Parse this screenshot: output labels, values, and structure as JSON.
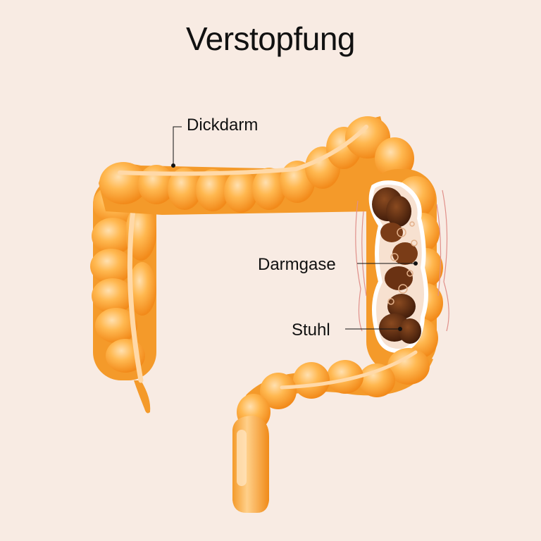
{
  "title": "Verstopfung",
  "labels": {
    "colon": "Dickdarm",
    "gas": "Darmgase",
    "stool": "Stuhl"
  },
  "colors": {
    "background": "#f8ebe3",
    "colon_light": "#ffc16a",
    "colon_mid": "#ffa12f",
    "colon_dark": "#f08a18",
    "stool": "#5a2a12",
    "stool_dark": "#3e1a09",
    "strain_lines": "#e0908a"
  }
}
